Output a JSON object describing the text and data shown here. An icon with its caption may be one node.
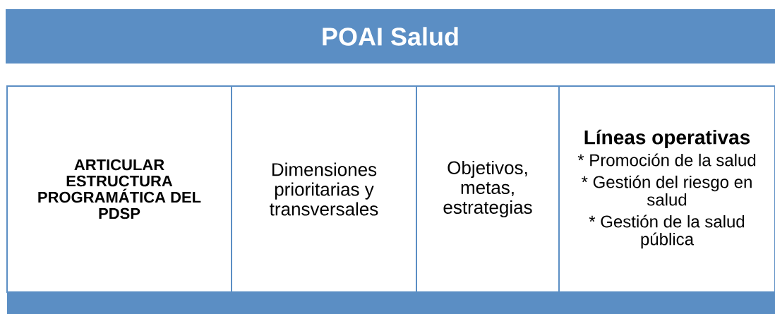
{
  "diagram": {
    "nodes": [
      {
        "text": [
          "POAI Salud"
        ]
      },
      {
        "text": [
          "ARTICULAR ESTRUCTURA PROGRAMÁTICA DEL PDSP"
        ]
      },
      {
        "text": [
          "Dimensiones prioritarias y transversales"
        ]
      },
      {
        "text": [
          "Objetivos, metas, estrategias"
        ]
      },
      {
        "text": [
          "Líneas operativas",
          "* Promoción de la salud",
          "* Gestión del riesgo en salud",
          "* Gestión de la salud pública"
        ]
      },
      {
        "text": [],
        "shape": "bar"
      }
    ]
  }
}
